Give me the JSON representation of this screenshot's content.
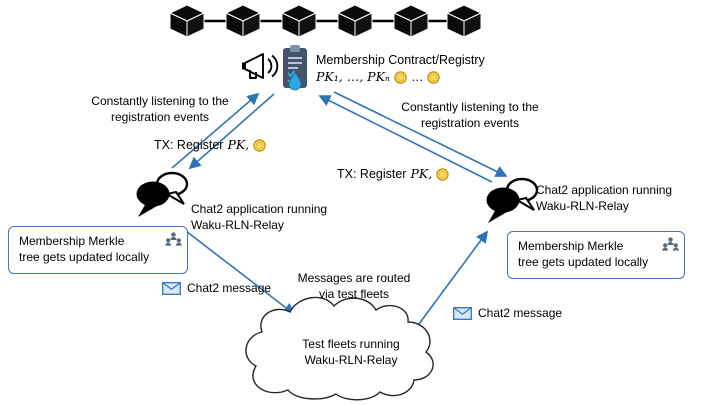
{
  "contract": {
    "title": "Membership Contract/Registry",
    "keys_text": "PK₁, …, PKₙ",
    "keys_more": "…"
  },
  "listening_left": {
    "line1": "Constantly listening to the",
    "line2": "registration events"
  },
  "listening_right": {
    "line1": "Constantly listening to the",
    "line2": "registration events"
  },
  "tx_left": {
    "prefix": "TX: Register",
    "pk": "PK,"
  },
  "tx_right": {
    "prefix": "TX: Register",
    "pk": "PK,"
  },
  "chat2_left": {
    "line1": "Chat2 application running",
    "line2": "Waku-RLN-Relay"
  },
  "chat2_right": {
    "line1": "Chat2 application running",
    "line2": "Waku-RLN-Relay"
  },
  "merkle_left": {
    "line1": "Membership Merkle",
    "line2": "tree gets updated locally"
  },
  "merkle_right": {
    "line1": "Membership Merkle",
    "line2": "tree gets updated locally"
  },
  "message_left": "Chat2 message",
  "message_right": "Chat2 message",
  "routing": {
    "line1": "Messages are routed",
    "line2": "via test fleets"
  },
  "cloud": {
    "line1": "Test fleets running",
    "line2": "Waku-RLN-Relay"
  },
  "colors": {
    "arrow": "#2e75b6",
    "box_border": "#4472c4",
    "coin_fill": "#ffd966",
    "coin_stroke": "#bf9000",
    "clipboard": "#44546a",
    "droplet": "#2fa8e1"
  },
  "icons": {
    "blockchain": "cube-chain-icon",
    "announcer": "megaphone-icon",
    "registry": "clipboard-icon",
    "fee": "coin-icon",
    "app": "chat-bubbles-icon",
    "members": "group-icon",
    "message": "envelope-icon",
    "fleet": "cloud-shape"
  }
}
